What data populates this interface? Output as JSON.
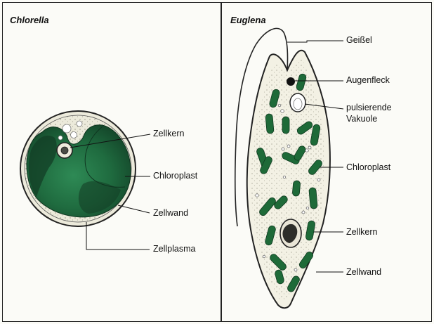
{
  "panels": {
    "left": {
      "title": "Chlorella",
      "labels": {
        "nucleus": "Zellkern",
        "chloroplast": "Chloroplast",
        "cell_wall": "Zellwand",
        "cytoplasm": "Zellplasma"
      }
    },
    "right": {
      "title": "Euglena",
      "labels": {
        "flagellum": "Geißel",
        "eyespot": "Augenfleck",
        "vacuole_line1": "pulsierende",
        "vacuole_line2": "Vakuole",
        "chloroplast": "Chloroplast",
        "nucleus": "Zellkern",
        "cell_wall": "Zellwand"
      }
    }
  },
  "colors": {
    "chloroplast": "#1f6b37",
    "chloroplast_dark": "#123a22",
    "cell_body": "#f3f1e4",
    "outline": "#222222"
  }
}
